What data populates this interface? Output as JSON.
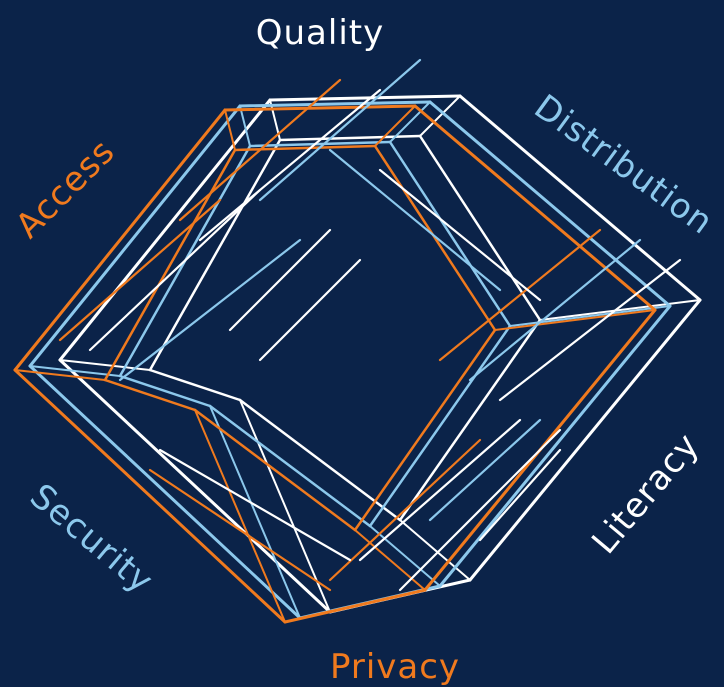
{
  "colors": {
    "background": "#0b2349",
    "white": "#ffffff",
    "orange": "#f07a1e",
    "light_blue": "#8cc8ec"
  },
  "labels": {
    "quality": "Quality",
    "distribution": "Distribution",
    "access": "Access",
    "literacy": "Literacy",
    "security": "Security",
    "privacy": "Privacy"
  }
}
